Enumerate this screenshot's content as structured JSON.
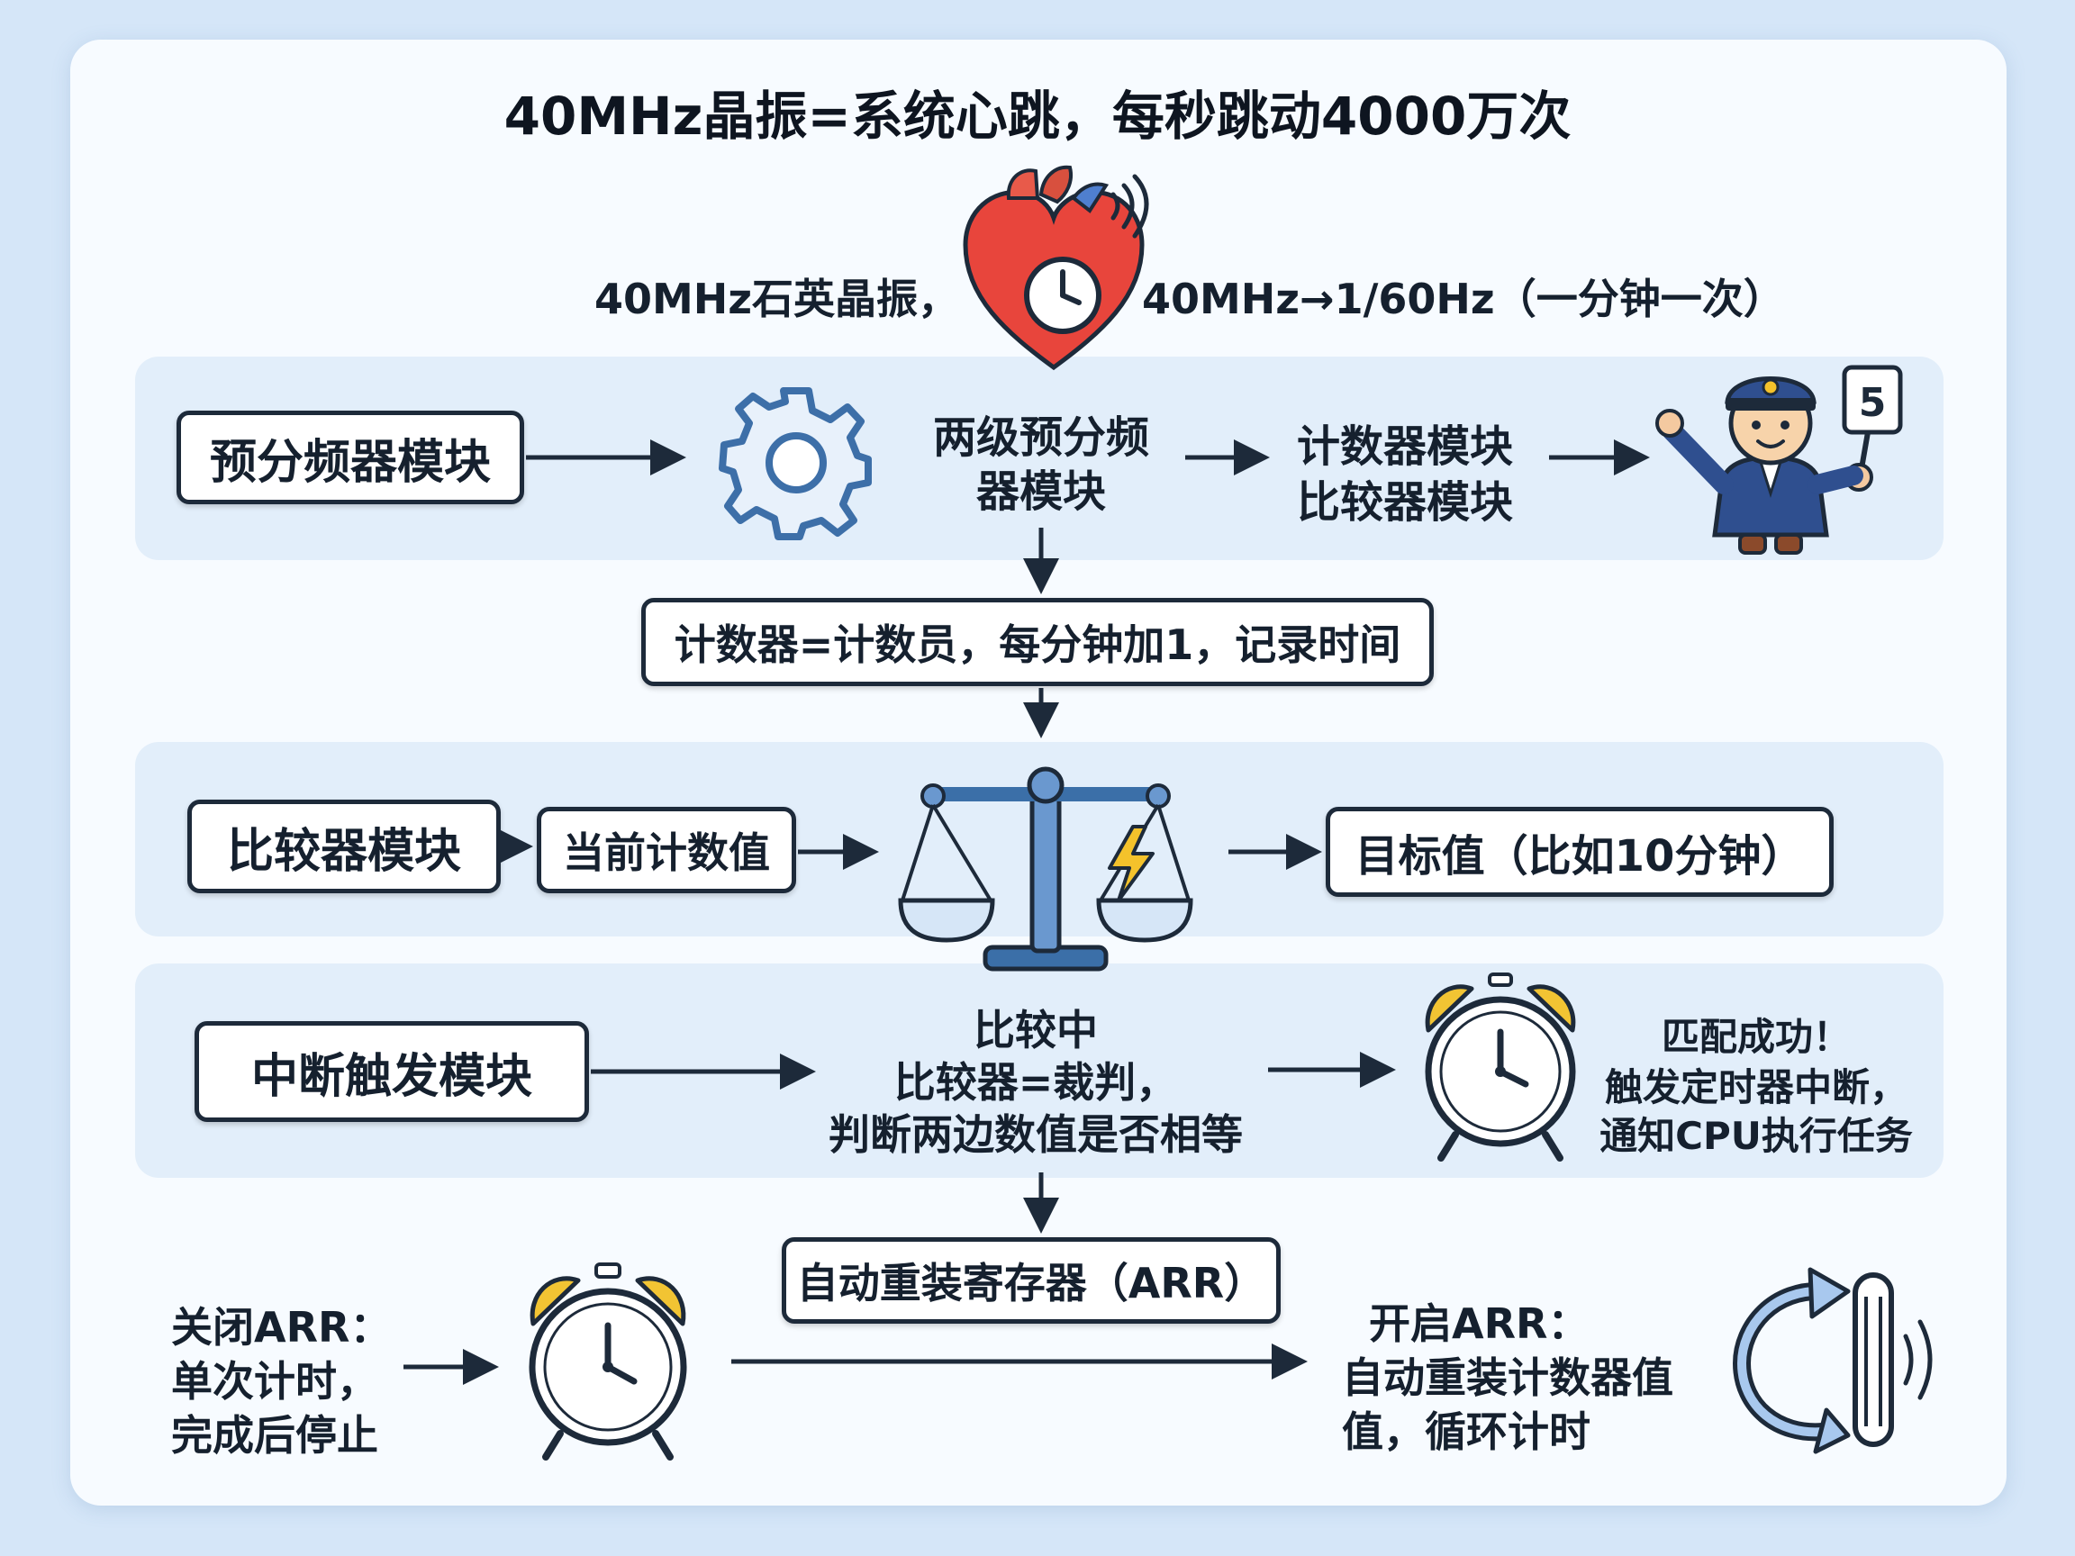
{
  "title": "40MHz晶振=系统心跳，每秒跳动4000万次",
  "top": {
    "left_text": "40MHz石英晶振，",
    "right_text": "40MHz→1/60Hz（一分钟一次）"
  },
  "row1": {
    "prescaler_box": "预分频器模块",
    "two_stage_line1": "两级预分频",
    "two_stage_line2": "器模块",
    "counter_line1": "计数器模块",
    "counter_line2": "比较器模块"
  },
  "counter_box": "计数器=计数员，每分钟加1，记录时间",
  "row2": {
    "comparator_box": "比较器模块",
    "current_box": "当前计数值",
    "target_box": "目标值（比如10分钟）"
  },
  "row3": {
    "interrupt_box": "中断触发模块",
    "comparing_line1": "比较中",
    "comparing_line2": "比较器=裁判，",
    "comparing_line3": "判断两边数值是否相等",
    "match_line1": "匹配成功！",
    "match_line2": "触发定时器中断，",
    "match_line3": "通知CPU执行任务"
  },
  "arr_box": "自动重装寄存器（ARR）",
  "bottom": {
    "off_line1": "关闭ARR：",
    "off_line2": "单次计时，",
    "off_line3": "完成后停止",
    "on_line1": "开启ARR：",
    "on_line2": "自动重装计数器值",
    "on_line3": "值，循环计时"
  },
  "colors": {
    "heart": "#e8453c",
    "gear": "#3d6fa8",
    "balance": "#3b6fa8",
    "bolt": "#f4c22b",
    "clock_bells": "#f2c433",
    "card_bg": "#f7fbff",
    "band_bg": "#e2eefa"
  },
  "icons": [
    "heart-clock-icon",
    "gear-icon",
    "counter-officer-icon",
    "balance-scale-icon",
    "alarm-clock-icon",
    "reload-cycle-icon"
  ]
}
